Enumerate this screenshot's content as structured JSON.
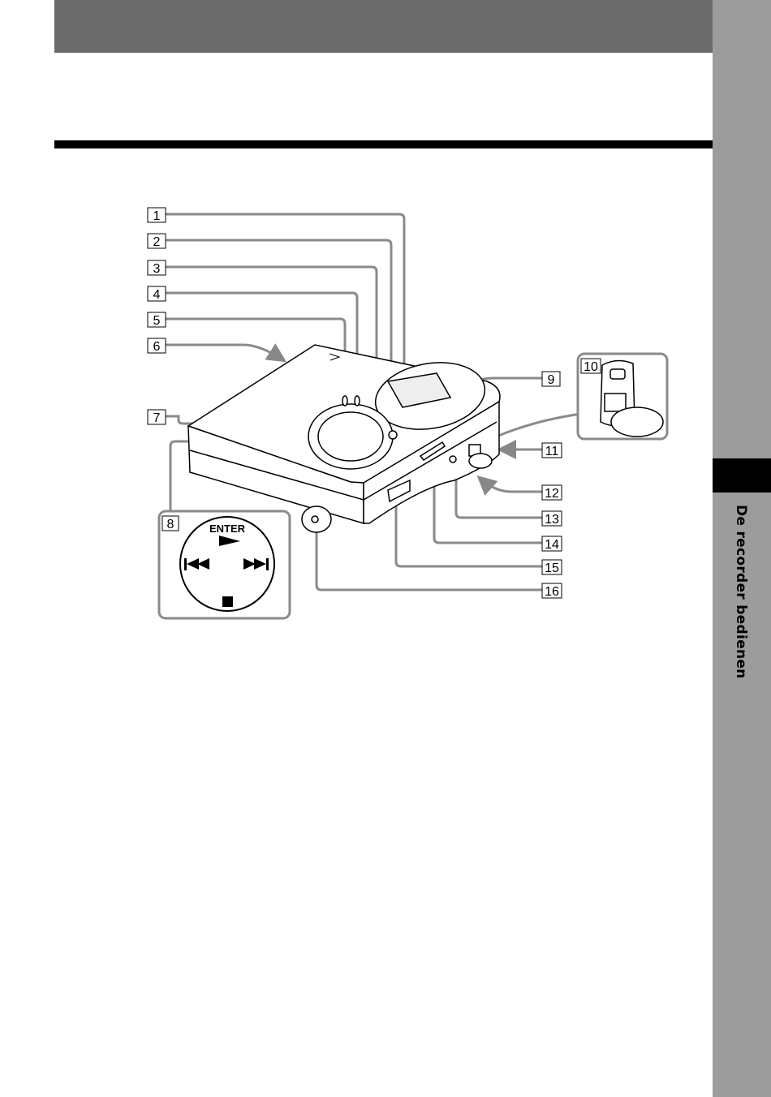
{
  "sidebar": {
    "section_title": "De recorder bedienen"
  },
  "figure": {
    "callouts": [
      "1",
      "2",
      "3",
      "4",
      "5",
      "6",
      "7",
      "8",
      "9",
      "10",
      "11",
      "12",
      "13",
      "14",
      "15",
      "16"
    ],
    "inset_8": {
      "enter_label": "ENTER"
    }
  }
}
